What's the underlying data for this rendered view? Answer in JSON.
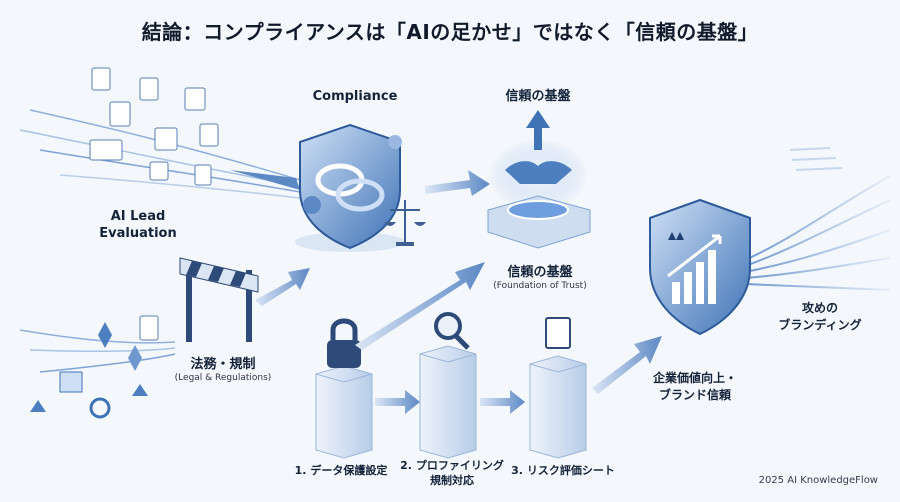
{
  "title": "結論：コンプライアンスは「AIの足かせ」ではなく「信頼の基盤」",
  "labels": {
    "ai_lead": "AI Lead",
    "evaluation": "Evaluation",
    "compliance": "Compliance",
    "trust_top": "信頼の基盤",
    "trust_bottom": "信頼の基盤",
    "trust_bottom_en": "(Foundation of Trust)",
    "legal_jp": "法務・規制",
    "legal_en": "(Legal & Regulations)",
    "step1": "1. データ保護設定",
    "step2_l1": "2. プロファイリング",
    "step2_l2": "規制対応",
    "step3": "3. リスク評価シート",
    "corp_l1": "企業価値向上・",
    "corp_l2": "ブランド信頼",
    "brand_l1": "攻めの",
    "brand_l2": "ブランディング"
  },
  "footer": "2025 AI KnowledgeFlow",
  "colors": {
    "primary": "#3f73b6",
    "light": "#a9c6ea",
    "dark": "#1f3f73",
    "text": "#15233a"
  }
}
